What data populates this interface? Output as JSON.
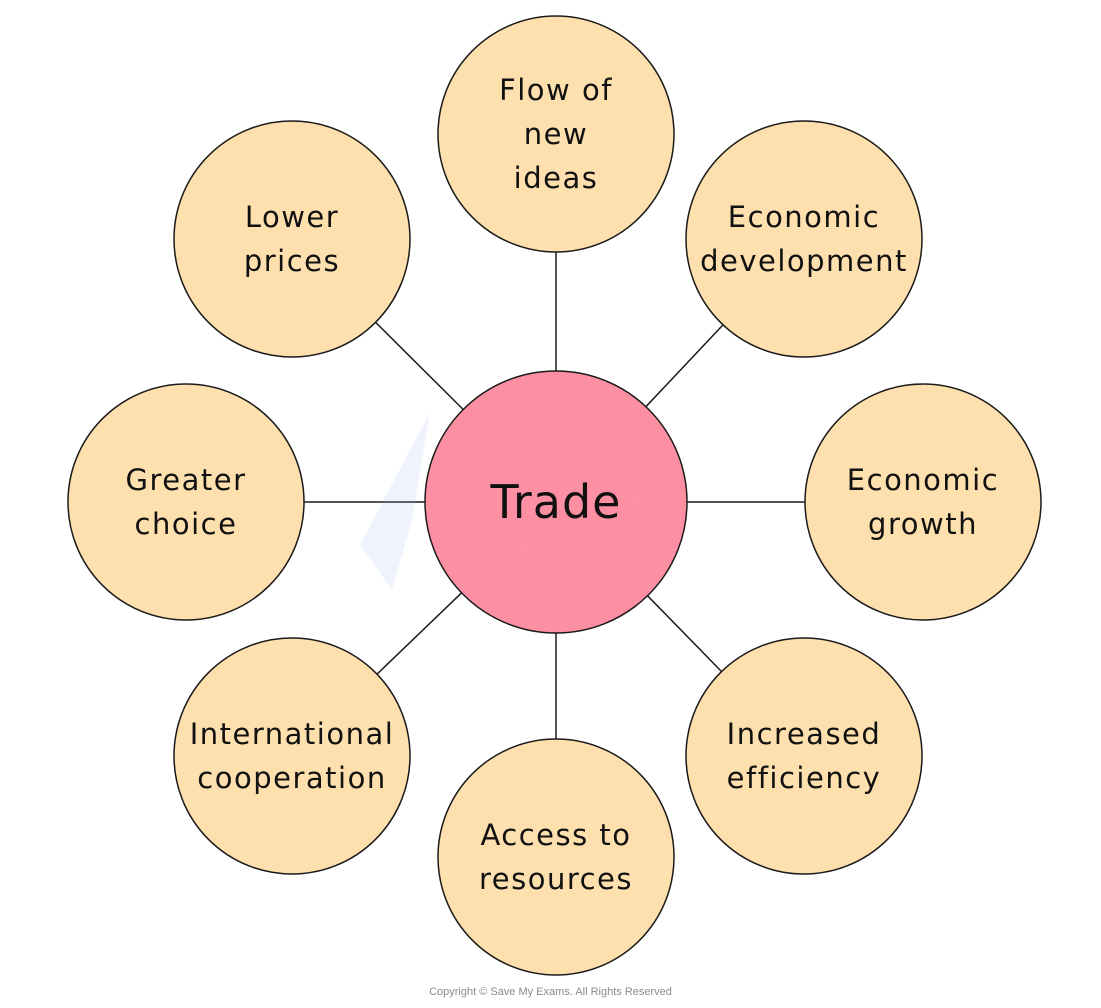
{
  "center": {
    "label": "Trade",
    "color": "#fd8fa3"
  },
  "node_color": "#fee0ae",
  "stroke_color": "#1a1a1a",
  "nodes": [
    {
      "id": "flow-of-new-ideas",
      "lines": [
        "Flow of",
        "new",
        "ideas"
      ]
    },
    {
      "id": "economic-development",
      "lines": [
        "Economic",
        "development"
      ]
    },
    {
      "id": "economic-growth",
      "lines": [
        "Economic",
        "growth"
      ]
    },
    {
      "id": "increased-efficiency",
      "lines": [
        "Increased",
        "efficiency"
      ]
    },
    {
      "id": "access-to-resources",
      "lines": [
        "Access to",
        "resources"
      ]
    },
    {
      "id": "international-cooperation",
      "lines": [
        "International",
        "cooperation"
      ]
    },
    {
      "id": "greater-choice",
      "lines": [
        "Greater",
        "choice"
      ]
    },
    {
      "id": "lower-prices",
      "lines": [
        "Lower",
        "prices"
      ]
    }
  ],
  "watermark": "Save My Exams",
  "copyright": "Copyright © Save My Exams. All Rights Reserved"
}
